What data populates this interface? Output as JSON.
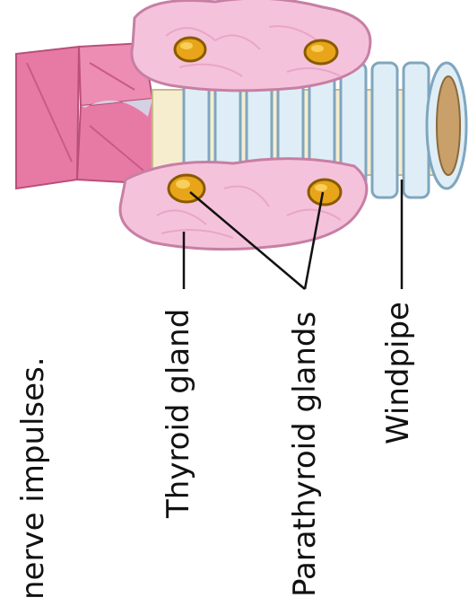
{
  "caption_fragment": "nerve impulses.",
  "labels": {
    "thyroid": "Thyroid gland",
    "parathyroid": "Parathyroid glands",
    "windpipe": "Windpipe"
  },
  "colors": {
    "gland_fill": "#f5c2db",
    "gland_edge": "#c77fa4",
    "parathyroid_fill": "#e8a51a",
    "parathyroid_edge": "#8a5a00",
    "cartilage_ring": "#dfeef6",
    "cartilage_edge": "#7fa6bf",
    "trachea_core": "#f6edcf",
    "muscle": "#e77aa5",
    "leader_line": "#111111"
  }
}
